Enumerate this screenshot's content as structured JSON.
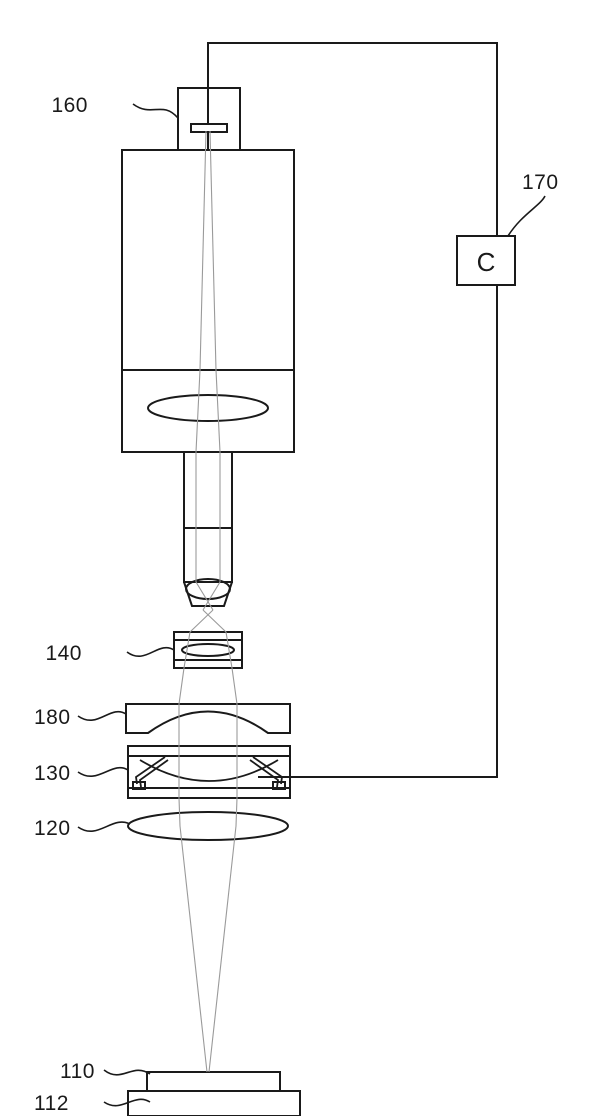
{
  "figure": {
    "type": "patent-optical-diagram",
    "background_color": "#ffffff",
    "line_color": "#1a1a1a",
    "ray_color": "#8c8c8c"
  },
  "labels": {
    "camera": "160",
    "controller": "170",
    "controller_symbol": "C",
    "element_140": "140",
    "element_180": "180",
    "element_130": "130",
    "element_120": "120",
    "sample": "110",
    "stage": "112"
  },
  "components": [
    {
      "ref": "160",
      "name": "camera-module",
      "description": "image sensor box at top of column"
    },
    {
      "ref": "170",
      "name": "controller-box",
      "description": "control unit marked C"
    },
    {
      "ref": "140",
      "name": "optical-element-140",
      "description": "framed lens block"
    },
    {
      "ref": "180",
      "name": "optical-element-180",
      "description": "plano-convex lens plate"
    },
    {
      "ref": "130",
      "name": "optical-element-130",
      "description": "variable / liquid lens cell, wired to controller"
    },
    {
      "ref": "120",
      "name": "optical-element-120",
      "description": "thin condenser lens"
    },
    {
      "ref": "110",
      "name": "sample",
      "description": "specimen layer on stage"
    },
    {
      "ref": "112",
      "name": "stage",
      "description": "support stage base"
    }
  ]
}
